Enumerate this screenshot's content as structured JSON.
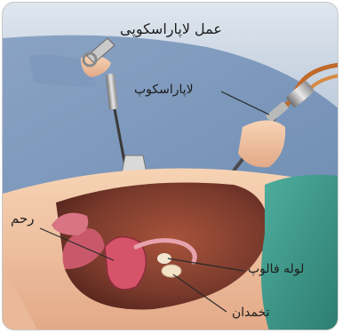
{
  "title": "عمل لاپاراسکوپی",
  "labels": {
    "laparoscope": "لاپاراسکوپ",
    "uterus": "رحم",
    "fallopian_tube": "لوله فالوپ",
    "ovary": "تخمدان"
  },
  "colors": {
    "background": "#9fb2c8",
    "surgical_drape": "#3f9b8c",
    "skin": "#f0c4a0",
    "abdominal_cavity": "#7a3a2c",
    "uterus": "#d6546a",
    "leader_line": "#2a2a2a"
  }
}
